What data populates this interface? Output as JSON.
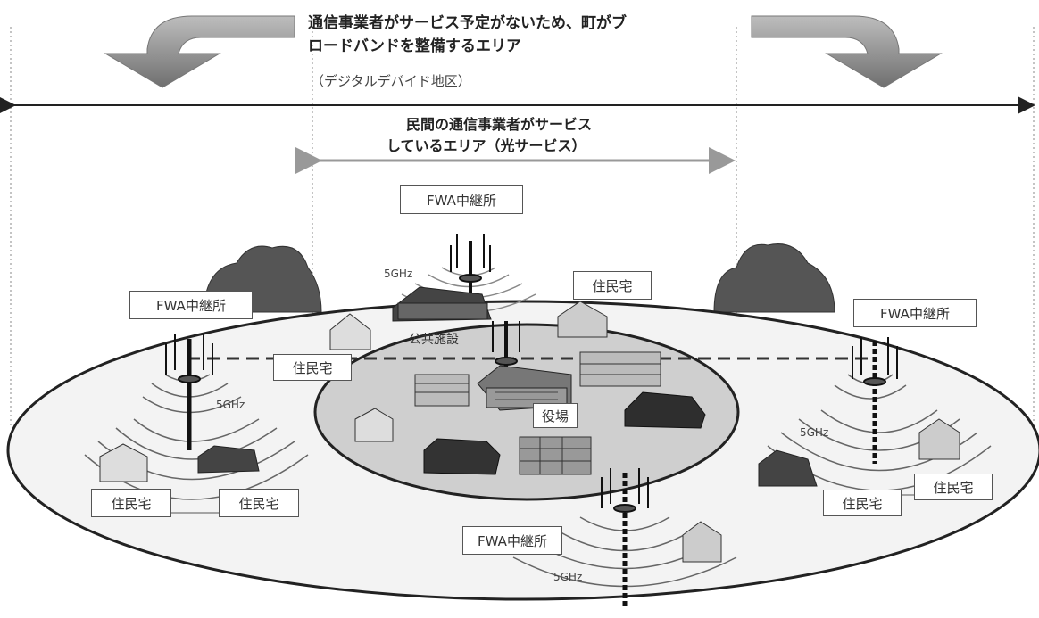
{
  "header": {
    "digital_divide_line1": "通信事業者がサービス予定がないため、町がブ",
    "digital_divide_line2": "ロードバンドを整備するエリア",
    "digital_divide_sub": "（デジタルデバイド地区）",
    "private_area_line1": "民間の通信事業者がサービス",
    "private_area_line2": "しているエリア（光サービス）"
  },
  "labels": {
    "fwa_relay_top": "FWA中継所",
    "fwa_relay_left": "FWA中継所",
    "fwa_relay_right": "FWA中継所",
    "fwa_relay_bottom": "FWA中継所",
    "public_facility": "公共施設",
    "town_office": "役場",
    "residence_top": "住民宅",
    "residence_left_upper": "住民宅",
    "residence_left_a": "住民宅",
    "residence_left_b": "住民宅",
    "residence_right_a": "住民宅",
    "residence_right_b": "住民宅",
    "freq_top": "5GHz",
    "freq_left": "5GHz",
    "freq_right": "5GHz",
    "freq_bottom": "5GHz"
  }
}
